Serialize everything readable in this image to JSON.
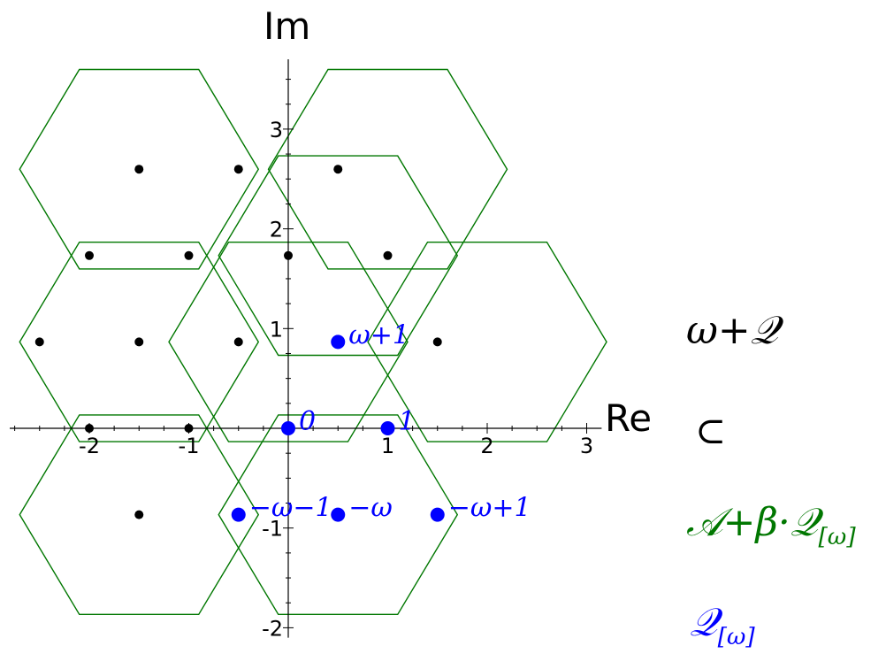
{
  "axes": {
    "x_title": "Re",
    "y_title": "Im",
    "x_ticks": [
      -2,
      -1,
      1,
      2,
      3
    ],
    "y_ticks": [
      -2,
      -1,
      1,
      2,
      3
    ],
    "x_range": [
      -2.8,
      3.15
    ],
    "y_range": [
      -2.1,
      3.7
    ]
  },
  "colors": {
    "hexagon": "#007700",
    "lattice_point": "#000000",
    "highlight_point": "#0000ff",
    "axis": "#000000"
  },
  "chart_data": {
    "type": "scatter",
    "hexagon_centers": [
      [
        -1.5,
        2.598
      ],
      [
        0.5,
        1.732
      ],
      [
        -1.5,
        0.866
      ],
      [
        0.5,
        -0.866
      ],
      [
        -1.5,
        -0.866
      ],
      [
        1.0,
        2.598
      ],
      [
        0.0,
        0.866
      ],
      [
        2.0,
        0.866
      ]
    ],
    "hexagon_half_extent_re": 0.6,
    "hexagon_half_height_im": 1.0,
    "lattice_points": [
      [
        -1.5,
        2.598
      ],
      [
        -0.5,
        2.598
      ],
      [
        0.5,
        2.598
      ],
      [
        -2.0,
        1.732
      ],
      [
        -1.0,
        1.732
      ],
      [
        0.0,
        1.732
      ],
      [
        1.0,
        1.732
      ],
      [
        -2.5,
        0.866
      ],
      [
        -1.5,
        0.866
      ],
      [
        -0.5,
        0.866
      ],
      [
        1.5,
        0.866
      ],
      [
        -2.0,
        0.0
      ],
      [
        -1.0,
        0.0
      ],
      [
        -1.5,
        -0.866
      ]
    ],
    "highlighted_points": [
      {
        "re": 0.0,
        "im": 0.0,
        "label": "0"
      },
      {
        "re": 1.0,
        "im": 0.0,
        "label": "1"
      },
      {
        "re": 0.5,
        "im": 0.866,
        "label": "ω+1"
      },
      {
        "re": -0.5,
        "im": -0.866,
        "label": "−ω−1"
      },
      {
        "re": 0.5,
        "im": -0.866,
        "label": "−ω"
      },
      {
        "re": 1.5,
        "im": -0.866,
        "label": "−ω+1"
      }
    ]
  },
  "legend": {
    "line1": "ω+𝒬",
    "line2": "⊂",
    "line3_main": "𝒜+β·𝒬",
    "line3_sub": "[ω]",
    "line4_main": "𝒬",
    "line4_sub": "[ω]"
  }
}
